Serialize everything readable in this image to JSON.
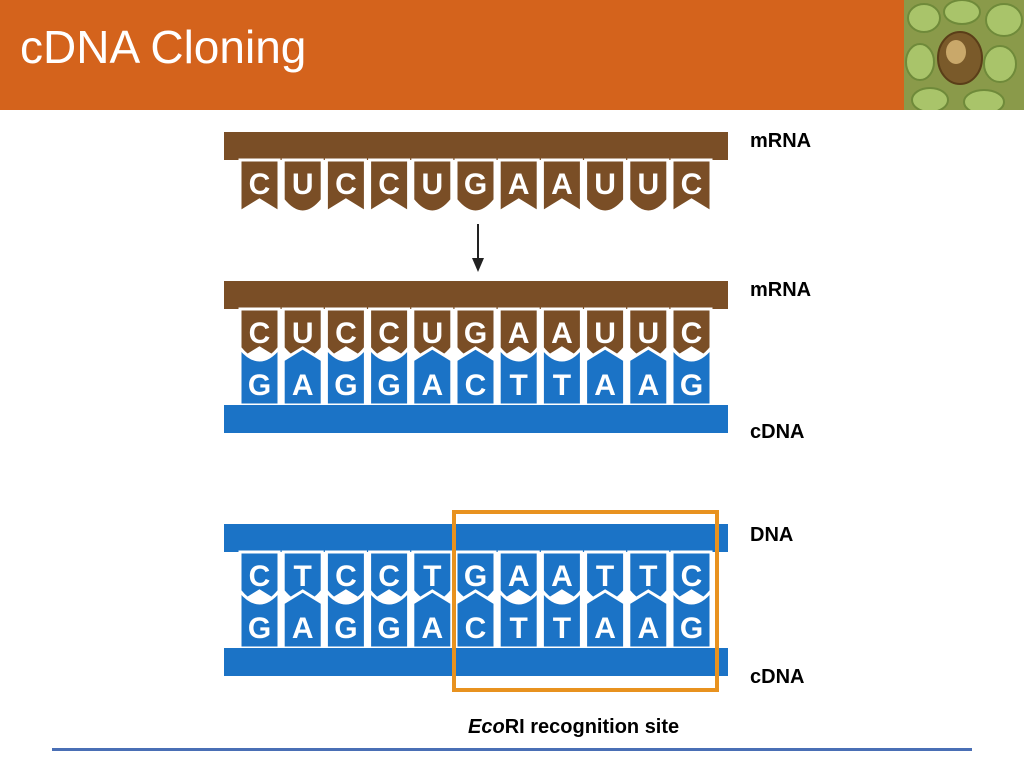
{
  "slide": {
    "title": "cDNA Cloning"
  },
  "diagram": {
    "colors": {
      "rna": "#7a4e26",
      "dna": "#1b73c6",
      "recognition_box": "#e8921f",
      "header": "#d4631c",
      "footer_rule": "#4a6fb5"
    },
    "panel1": {
      "top_label": "mRNA",
      "top_bases": [
        "C",
        "U",
        "C",
        "C",
        "U",
        "G",
        "A",
        "A",
        "U",
        "U",
        "C"
      ]
    },
    "panel2": {
      "top_label": "mRNA",
      "bottom_label": "cDNA",
      "top_bases": [
        "C",
        "U",
        "C",
        "C",
        "U",
        "G",
        "A",
        "A",
        "U",
        "U",
        "C"
      ],
      "bottom_bases": [
        "G",
        "A",
        "G",
        "G",
        "A",
        "C",
        "T",
        "T",
        "A",
        "A",
        "G"
      ]
    },
    "panel3": {
      "top_label": "DNA",
      "bottom_label": "cDNA",
      "top_bases": [
        "C",
        "T",
        "C",
        "C",
        "T",
        "G",
        "A",
        "A",
        "T",
        "T",
        "C"
      ],
      "bottom_bases": [
        "G",
        "A",
        "G",
        "G",
        "A",
        "C",
        "T",
        "T",
        "A",
        "A",
        "G"
      ]
    },
    "caption": {
      "italic": "Eco",
      "rest": "RI recognition site"
    }
  }
}
